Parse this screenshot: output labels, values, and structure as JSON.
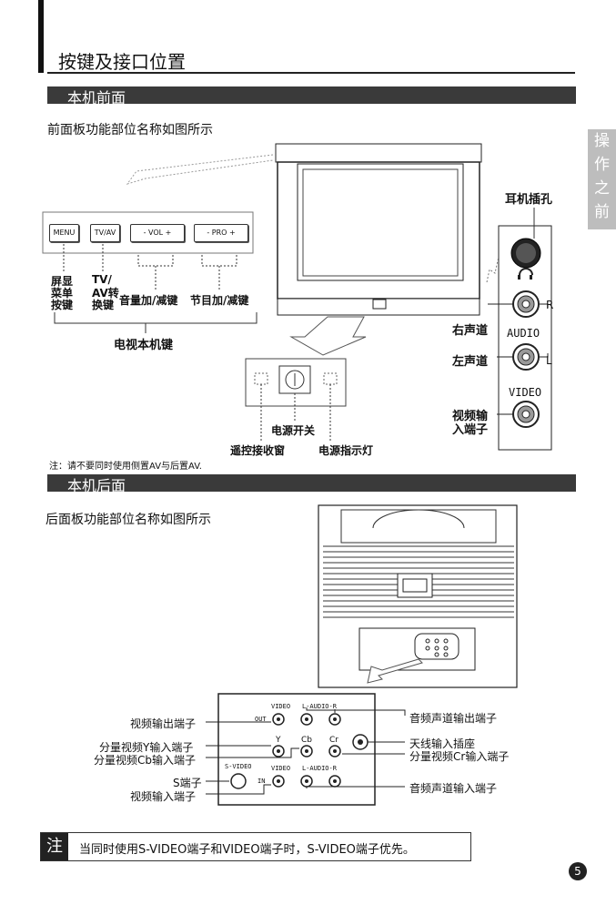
{
  "page": {
    "title": "按键及接口位置",
    "page_number": "5",
    "side_tab": [
      "操",
      "作",
      "之",
      "前"
    ]
  },
  "front": {
    "band": "本机前面",
    "intro": "前面板功能部位名称如图所示",
    "keys": [
      "MENU",
      "TV/AV",
      "-  VOL  +",
      "-  PRO  +"
    ],
    "labels": {
      "menu_l1": "屏显",
      "menu_l2": "菜单",
      "menu_l3": "按键",
      "tvav_l1": "TV/",
      "tvav_l2": "AV转",
      "tvav_l3": "换键",
      "vol": "音量加/减键",
      "pro": "节目加/减键",
      "group": "电视本机键",
      "headphone": "耳机插孔",
      "right_ch": "右声道",
      "left_ch": "左声道",
      "audio": "AUDIO",
      "r": "R",
      "l": "L",
      "video": "VIDEO",
      "video_in_l1": "视频输",
      "video_in_l2": "入端子",
      "power": "电源开关",
      "remote": "遥控接收窗",
      "indicator": "电源指示灯"
    },
    "note": "注：请不要同时使用侧置AV与后置AV."
  },
  "rear": {
    "band": "本机后面",
    "intro": "后面板功能部位名称如图所示",
    "panel": {
      "video_top": "VIDEO",
      "audio_top": "L-AUDIO-R",
      "out": "OUT",
      "y": "Y",
      "cb": "Cb",
      "cr": "Cr",
      "svideo": "S-VIDEO",
      "video_bottom": "VIDEO",
      "in": "IN",
      "audio_bottom": "L-AUDIO-R"
    },
    "callouts": {
      "video_out": "视频输出端子",
      "y_in": "分量视频Y输入端子",
      "cb_in": "分量视频Cb输入端子",
      "s_term": "S端子",
      "video_in": "视频输入端子",
      "audio_out": "音频声道输出端子",
      "antenna": "天线输入插座",
      "cr_in": "分量视频Cr输入端子",
      "audio_in": "音频声道输入端子"
    }
  },
  "footer_note": {
    "mark": "注",
    "text": "当同时使用S-VIDEO端子和VIDEO端子时，S-VIDEO端子优先。"
  }
}
